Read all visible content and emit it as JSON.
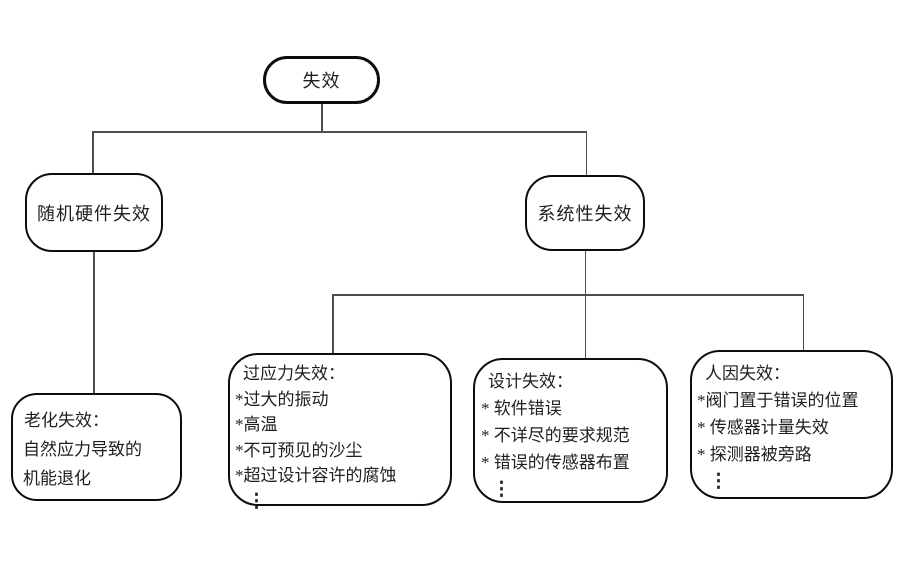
{
  "diagram": {
    "title_node": {
      "label": "失效"
    },
    "level1": {
      "random_hardware": {
        "label": "随机硬件失效"
      },
      "systematic": {
        "label": "系统性失效"
      }
    },
    "aging_box": {
      "title": "老化失效：",
      "lines": [
        "自然应力导致的",
        "机能退化"
      ]
    },
    "overstress_box": {
      "title": "过应力失效：",
      "items": [
        "*过大的振动",
        "*高温",
        "*不可预见的沙尘",
        "*超过设计容许的腐蚀"
      ],
      "ellipsis": "⋮"
    },
    "design_box": {
      "title": "设计失效：",
      "items": [
        "* 软件错误",
        "* 不详尽的要求规范",
        "* 错误的传感器布置"
      ],
      "ellipsis": "⋮"
    },
    "human_box": {
      "title": "人因失效：",
      "items": [
        "*阀门置于错误的位置",
        "* 传感器计量失效",
        "* 探测器被旁路"
      ],
      "ellipsis": "⋮"
    },
    "colors": {
      "background": "#ffffff",
      "node_border": "#0d0d0d",
      "connector": "#4d4d4d",
      "text": "#1f1f1f"
    }
  }
}
